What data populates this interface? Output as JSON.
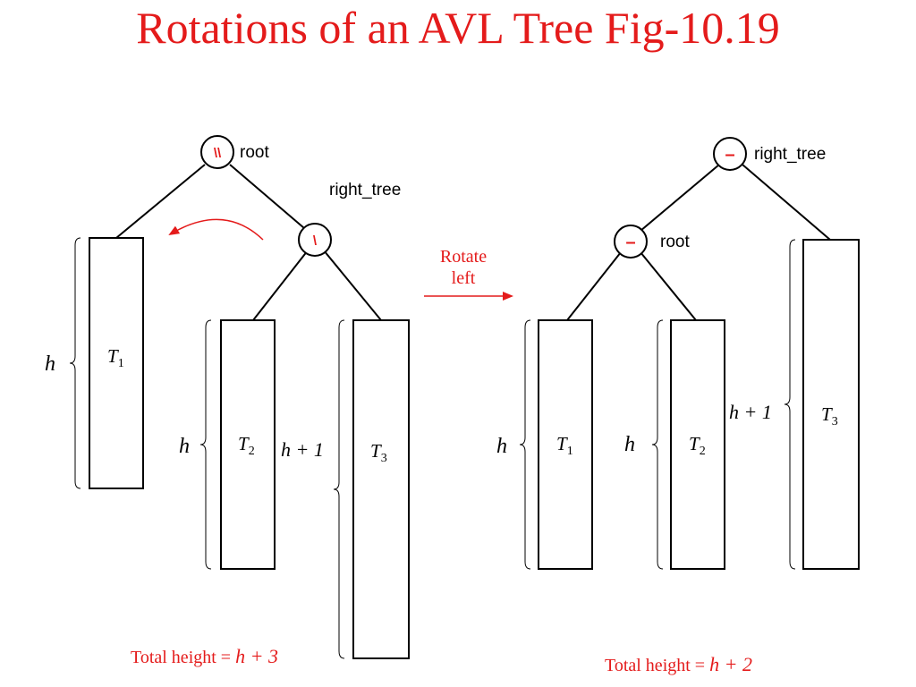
{
  "title": "Rotations of an AVL Tree Fig-10.19",
  "colors": {
    "title": "#e41b1b",
    "accent": "#e41b1b",
    "ink": "#000000"
  },
  "before": {
    "root_label": "root",
    "root_factor": "\\\\",
    "right_tree_label": "right_tree",
    "right_factor": "\\",
    "subtrees": {
      "t1": "T",
      "t2": "T",
      "t3": "T"
    },
    "subscripts": {
      "t1": "1",
      "t2": "2",
      "t3": "3"
    },
    "heights": {
      "t1": "h",
      "t2": "h",
      "t3": "h + 1"
    },
    "total_label": "Total height = ",
    "total_value": "h + 3"
  },
  "rotate_label": [
    "Rotate",
    "left"
  ],
  "after": {
    "top_label": "right_tree",
    "top_factor": "–",
    "child_label": "root",
    "child_factor": "–",
    "subtrees": {
      "t1": "T",
      "t2": "T",
      "t3": "T"
    },
    "subscripts": {
      "t1": "1",
      "t2": "2",
      "t3": "3"
    },
    "heights": {
      "t1": "h",
      "t2": "h",
      "t3": "h + 1"
    },
    "total_label": "Total height = ",
    "total_value": "h + 2"
  }
}
